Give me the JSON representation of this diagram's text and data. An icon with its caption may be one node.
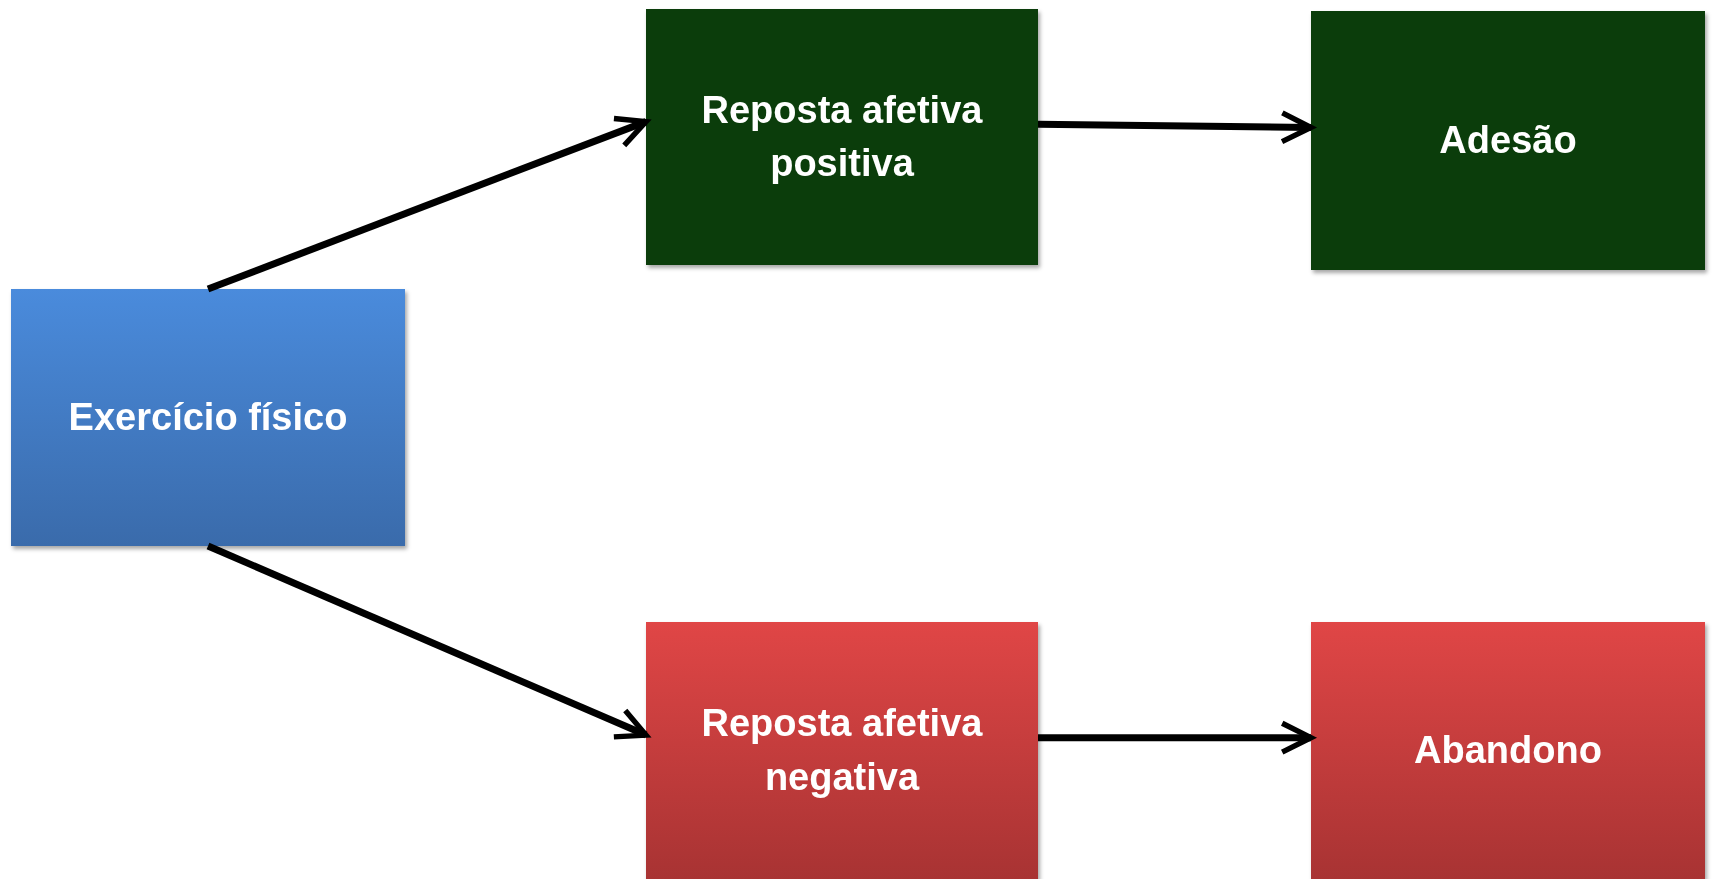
{
  "diagram": {
    "nodes": [
      {
        "text": [
          "Exercício físico"
        ]
      },
      {
        "text": [
          "Reposta afetiva positiva"
        ]
      },
      {
        "text": [
          "Adesão"
        ]
      },
      {
        "text": [
          "Reposta afetiva negativa"
        ]
      },
      {
        "text": [
          "Abandono"
        ]
      }
    ],
    "edges": [
      {
        "from": 0,
        "to": 1,
        "arrow": "to"
      },
      {
        "from": 1,
        "to": 2,
        "arrow": "to"
      },
      {
        "from": 0,
        "to": 3,
        "arrow": "to"
      },
      {
        "from": 3,
        "to": 4,
        "arrow": "to"
      }
    ]
  }
}
